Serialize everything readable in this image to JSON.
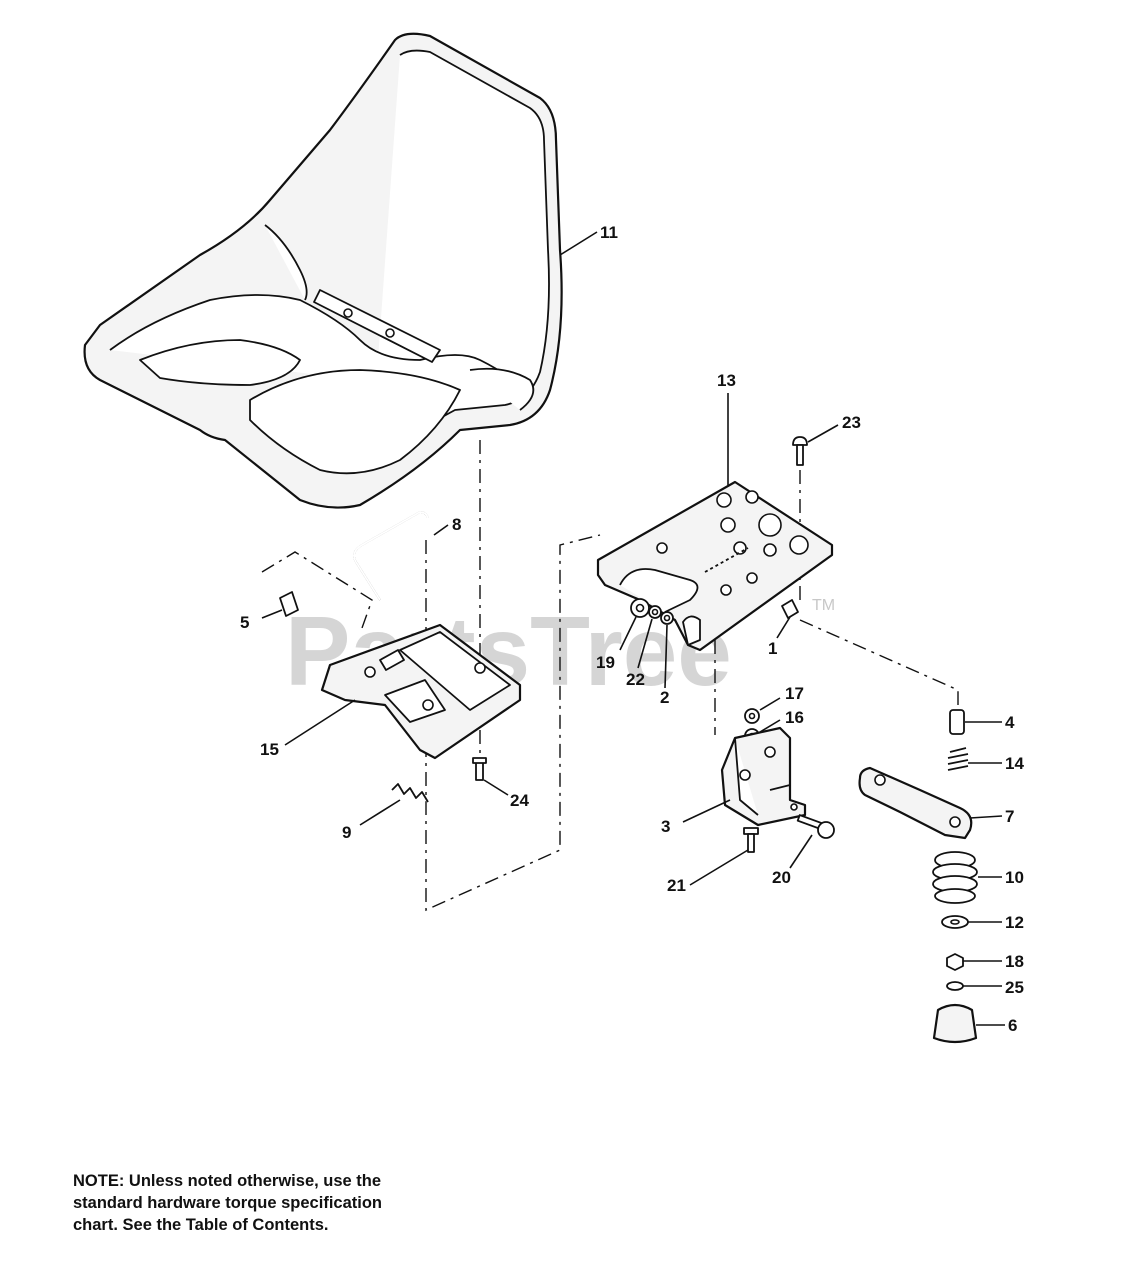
{
  "watermark": {
    "text": "PartsTree",
    "tm": "TM"
  },
  "callouts": {
    "p1": "1",
    "p2": "2",
    "p3": "3",
    "p4": "4",
    "p5": "5",
    "p6": "6",
    "p7": "7",
    "p8": "8",
    "p9": "9",
    "p10": "10",
    "p11": "11",
    "p12": "12",
    "p13": "13",
    "p14": "14",
    "p15": "15",
    "p16": "16",
    "p17": "17",
    "p18": "18",
    "p19": "19",
    "p20": "20",
    "p21": "21",
    "p22": "22",
    "p23": "23",
    "p24": "24",
    "p25": "25"
  },
  "note": {
    "line1": "NOTE: Unless noted otherwise, use the",
    "line2": "standard hardware torque specification",
    "line3": "chart. See the Table of Contents."
  }
}
